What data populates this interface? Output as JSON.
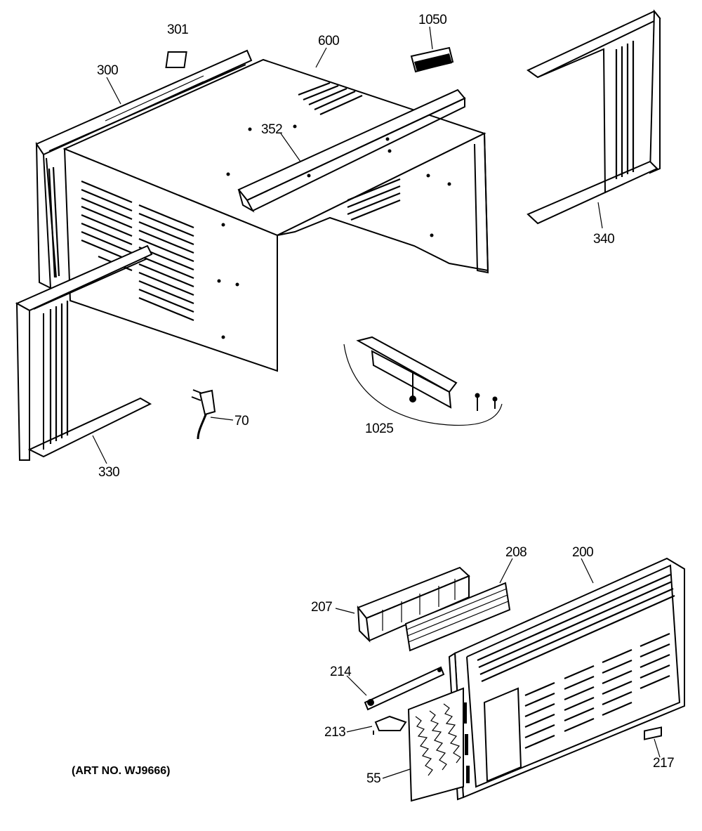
{
  "diagram": {
    "art_number": "(ART NO. WJ9666)",
    "parts": [
      {
        "id": "p301",
        "label": "301"
      },
      {
        "id": "p300",
        "label": "300"
      },
      {
        "id": "p600",
        "label": "600"
      },
      {
        "id": "p1050",
        "label": "1050"
      },
      {
        "id": "p352",
        "label": "352"
      },
      {
        "id": "p340",
        "label": "340"
      },
      {
        "id": "p330",
        "label": "330"
      },
      {
        "id": "p70",
        "label": "70"
      },
      {
        "id": "p1025",
        "label": "1025"
      },
      {
        "id": "p208",
        "label": "208"
      },
      {
        "id": "p200",
        "label": "200"
      },
      {
        "id": "p207",
        "label": "207"
      },
      {
        "id": "p214",
        "label": "214"
      },
      {
        "id": "p213",
        "label": "213"
      },
      {
        "id": "p55",
        "label": "55"
      },
      {
        "id": "p217",
        "label": "217"
      }
    ]
  }
}
